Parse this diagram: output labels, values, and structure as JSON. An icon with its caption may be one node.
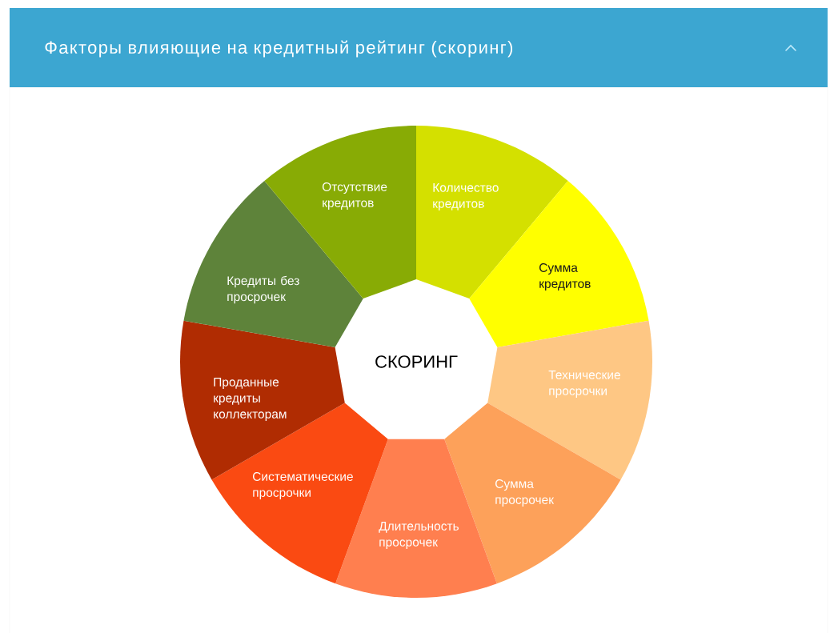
{
  "diagram": {
    "title": "Факторы влияющие на кредитный рейтинг (скоринг)",
    "nodes": [
      {
        "text": [
          "СКОРИНГ"
        ]
      },
      {
        "text": [
          "Количество кредитов"
        ]
      },
      {
        "text": [
          "Сумма кредитов"
        ]
      },
      {
        "text": [
          "Технические просрочки"
        ]
      },
      {
        "text": [
          "Сумма просрочек"
        ]
      },
      {
        "text": [
          "Длительность просрочек"
        ]
      },
      {
        "text": [
          "Систематические просрочки"
        ]
      },
      {
        "text": [
          "Проданные кредиты коллекторам"
        ]
      },
      {
        "text": [
          "Кредиты без просрочек"
        ]
      },
      {
        "text": [
          "Отсутствие кредитов"
        ]
      }
    ]
  }
}
